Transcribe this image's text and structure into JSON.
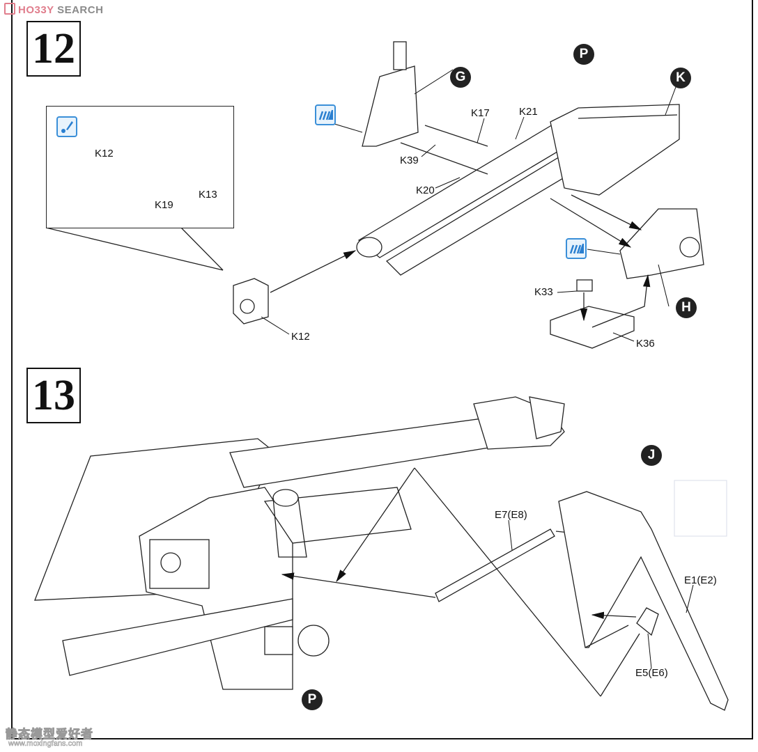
{
  "watermark_top": {
    "brand_part1": "HO33Y",
    "brand_part2": "SEARCH"
  },
  "watermark_bottom": {
    "text": "静态模型爱好者",
    "url": "www.moxingfans.com"
  },
  "steps": [
    {
      "number": "12",
      "callout": {
        "icon": "note-icon",
        "labels": [
          "K12",
          "K19",
          "K13"
        ]
      },
      "part_labels": [
        "K17",
        "K21",
        "K39",
        "K20",
        "K12",
        "K33",
        "K36"
      ],
      "sub_assembly_badges": [
        "G",
        "P",
        "K",
        "H"
      ],
      "paint_icons": [
        "paint-stripes-icon",
        "paint-stripes-icon"
      ]
    },
    {
      "number": "13",
      "part_labels": [
        "E7(E8)",
        "E1(E2)",
        "E5(E6)"
      ],
      "sub_assembly_badges": [
        "J",
        "P"
      ]
    }
  ]
}
